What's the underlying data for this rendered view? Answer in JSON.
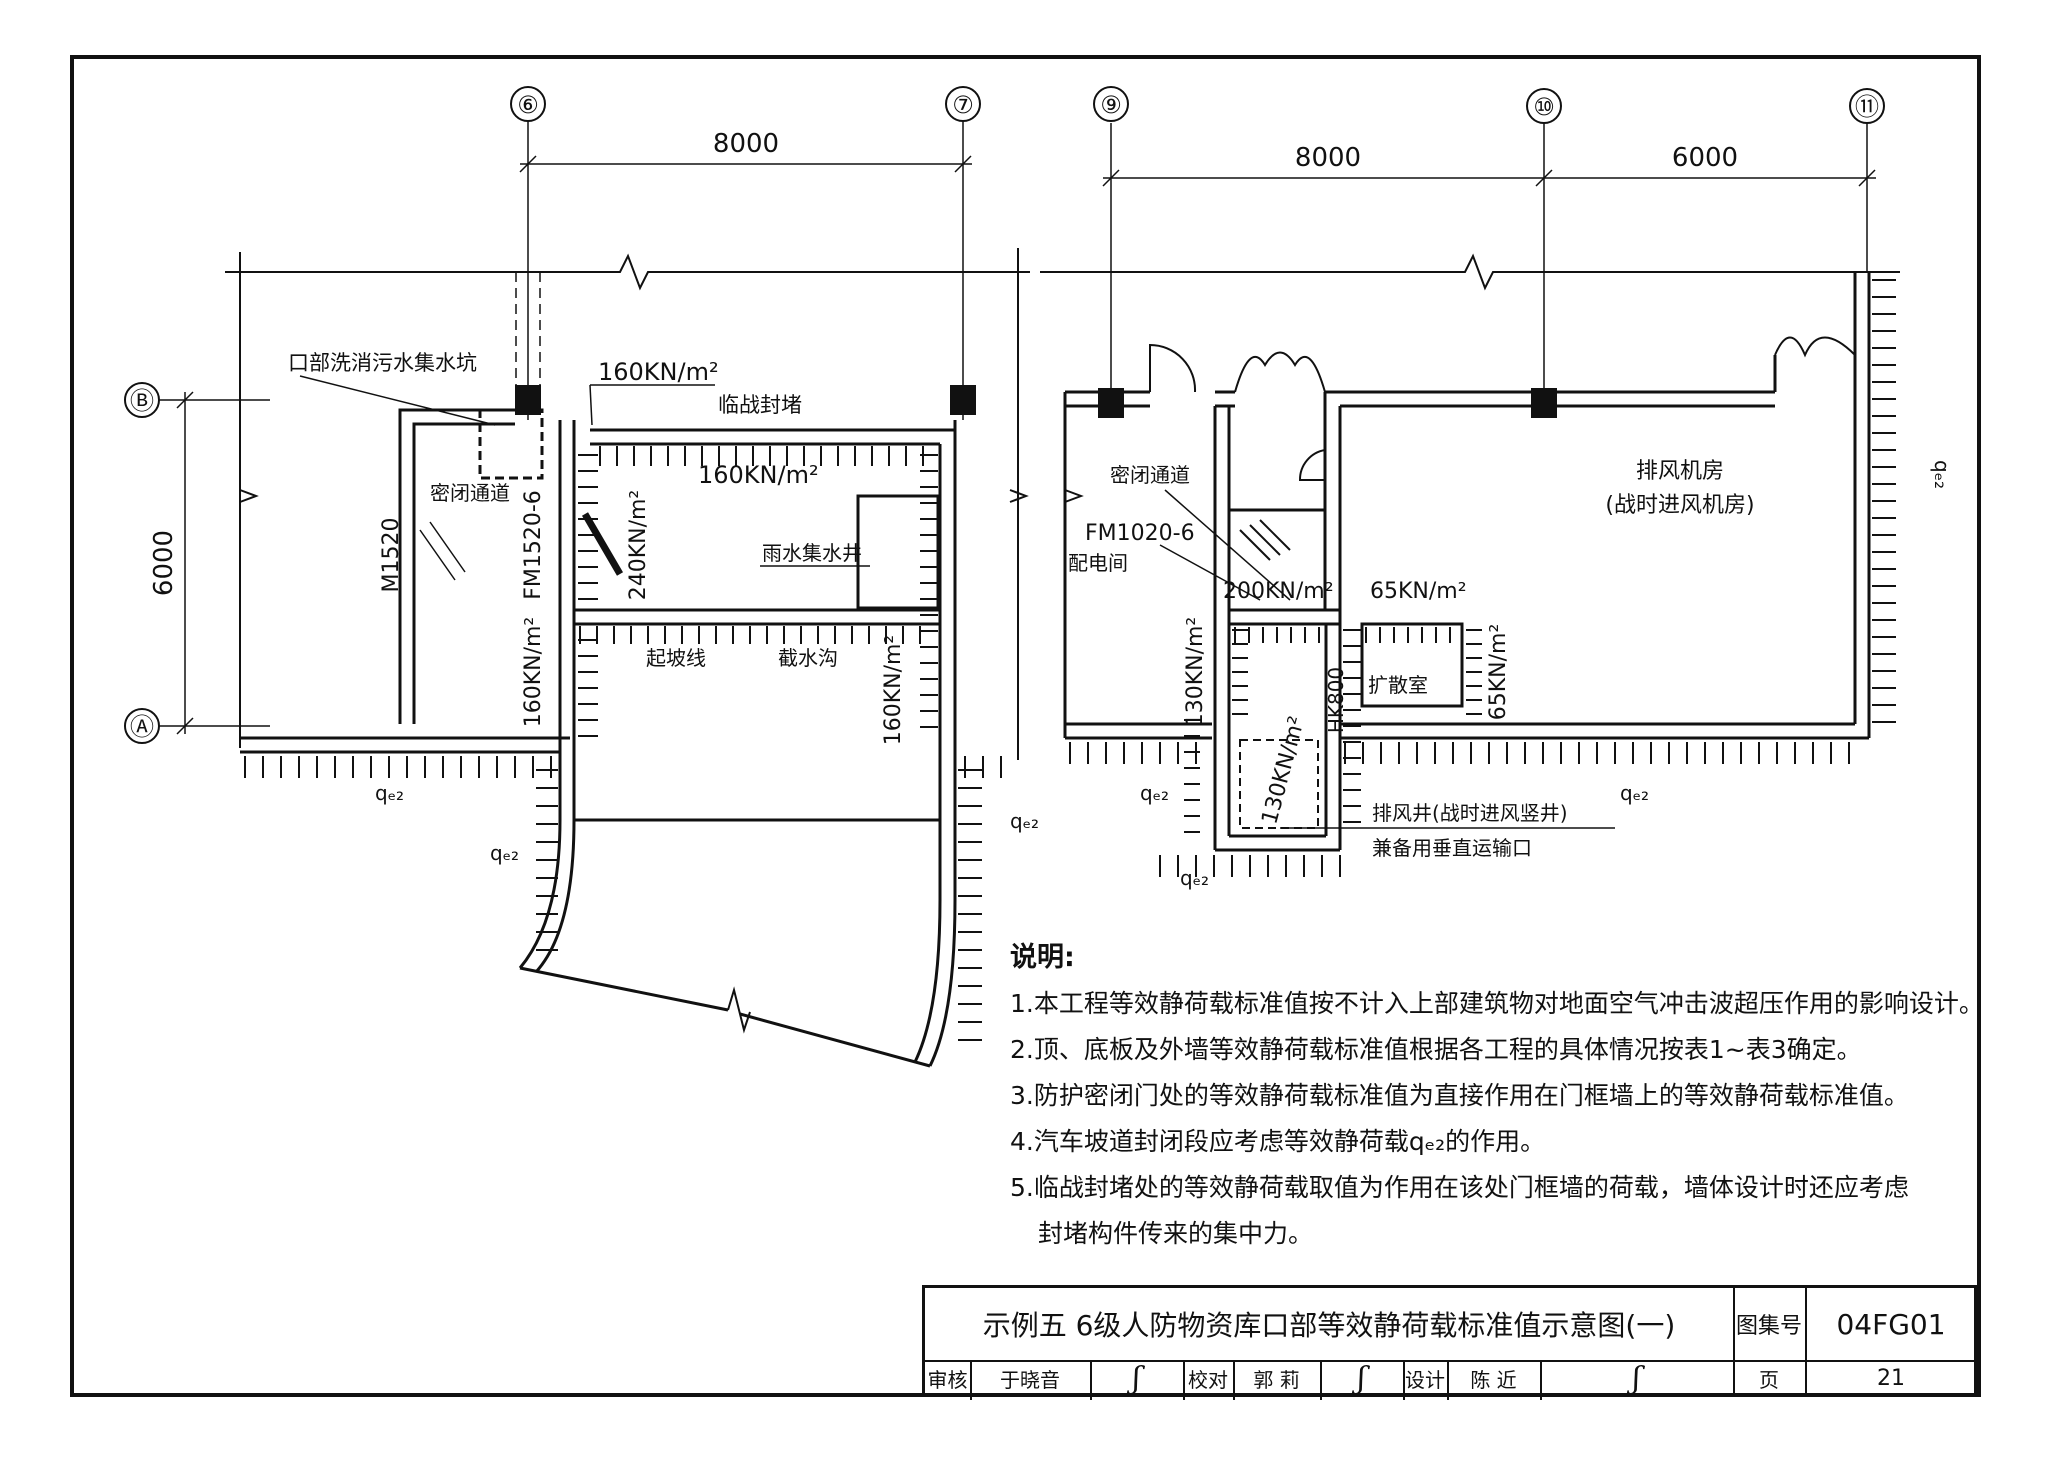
{
  "axes": {
    "a6": "⑥",
    "a7": "⑦",
    "a9": "⑨",
    "a10": "⑩",
    "a11": "⑪",
    "aB": "Ⓑ",
    "aA": "Ⓐ"
  },
  "dims": {
    "left_span": "8000",
    "right_span1": "8000",
    "right_span2": "6000",
    "vertical": "6000"
  },
  "left_plan": {
    "sump": "口部洗消污水集水坑",
    "load_top_edge": "160KN/m²",
    "temp_block": "临战封堵",
    "load_ceiling": "160KN/m²",
    "airlock": "密闭通道",
    "door_m": "M1520",
    "door_fm": "FM1520-6",
    "load_240": "240KN/m²",
    "rain_well": "雨水集水井",
    "load_left_wall": "160KN/m²",
    "slope_line": "起坡线",
    "drain": "截水沟",
    "load_right_wall": "160KN/m²",
    "qe2_a": "qₑ₂",
    "qe2_b": "qₑ₂",
    "qe2_c": "qₑ₂"
  },
  "right_plan": {
    "airlock": "密闭通道",
    "door_fm": "FM1020-6",
    "dist_room": "配电间",
    "load_200": "200KN/m²",
    "load_65_top": "65KN/m²",
    "load_130_wall": "130KN/m²",
    "valve": "HK800",
    "expansion": "扩散室",
    "load_65_wall": "65KN/m²",
    "fan_room": "排风机房",
    "fan_room_war": "(战时进风机房)",
    "load_130_shaft": "130KN/m²",
    "shaft": "排风井(战时进风竖井)",
    "lift_opening": "兼备用垂直运输口",
    "qe2_a": "qₑ₂",
    "qe2_b": "qₑ₂",
    "qe2_c": "qₑ₂",
    "qe2_d": "qₑ₂"
  },
  "notes": {
    "heading": "说明:",
    "n1": "1.本工程等效静荷载标准值按不计入上部建筑物对地面空气冲击波超压作用的影响设计。",
    "n2": "2.顶、底板及外墙等效静荷载标准值根据各工程的具体情况按表1~表3确定。",
    "n3": "3.防护密闭门处的等效静荷载标准值为直接作用在门框墙上的等效静荷载标准值。",
    "n4": "4.汽车坡道封闭段应考虑等效静荷载qₑ₂的作用。",
    "n5a": "5.临战封堵处的等效静荷载取值为作用在该处门框墙的荷载，墙体设计时还应考虑",
    "n5b": "封堵构件传来的集中力。"
  },
  "title_block": {
    "title": "示例五    6级人防物资库口部等效静荷载标准值示意图(一)",
    "atlas_label": "图集号",
    "atlas_no": "04FG01",
    "review_label": "审核",
    "reviewer": "于晓音",
    "check_label": "校对",
    "checker": "郭 莉",
    "design_label": "设计",
    "designer": "陈 近",
    "page_label": "页",
    "page_no": "21"
  }
}
